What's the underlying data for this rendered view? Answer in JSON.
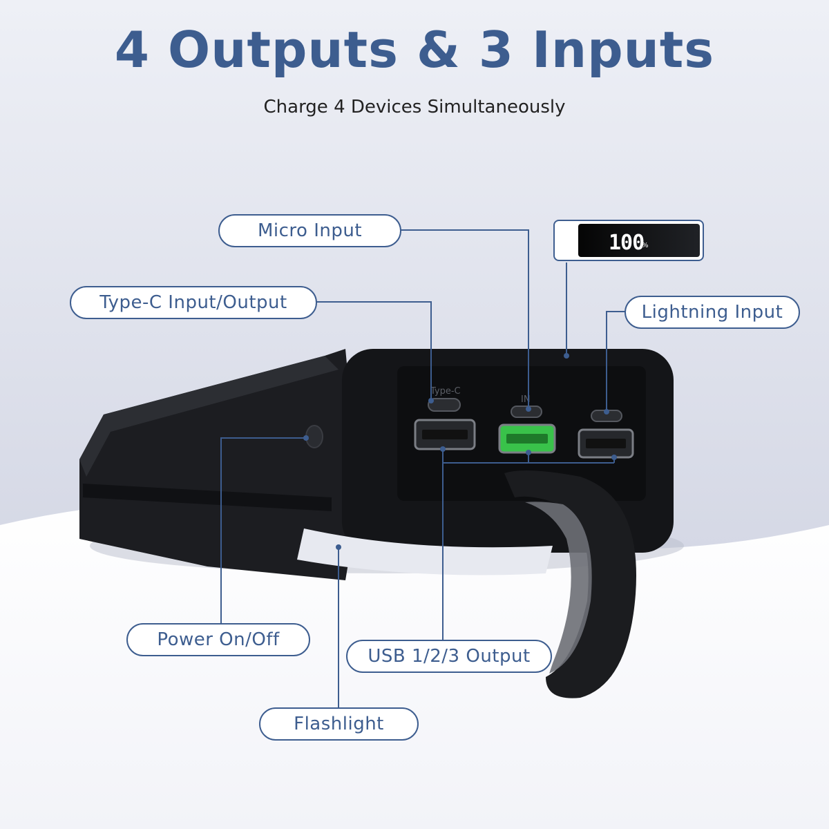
{
  "header": {
    "title": "4 Outputs & 3 Inputs",
    "subtitle": "Charge 4 Devices Simultaneously"
  },
  "callouts": {
    "micro_input": "Micro Input",
    "typec": "Type-C Input/Output",
    "lightning": "Lightning Input",
    "power": "Power On/Off",
    "usb": "USB 1/2/3 Output",
    "flashlight": "Flashlight"
  },
  "display": {
    "value": "100",
    "unit": "%"
  },
  "device": {
    "port_label_typec": "Type-C",
    "port_label_in": "IN"
  },
  "colors": {
    "accent": "#3d5d8f",
    "background": "#e6e8f1",
    "device": "#17181b",
    "fast_port": "#39c24a"
  }
}
